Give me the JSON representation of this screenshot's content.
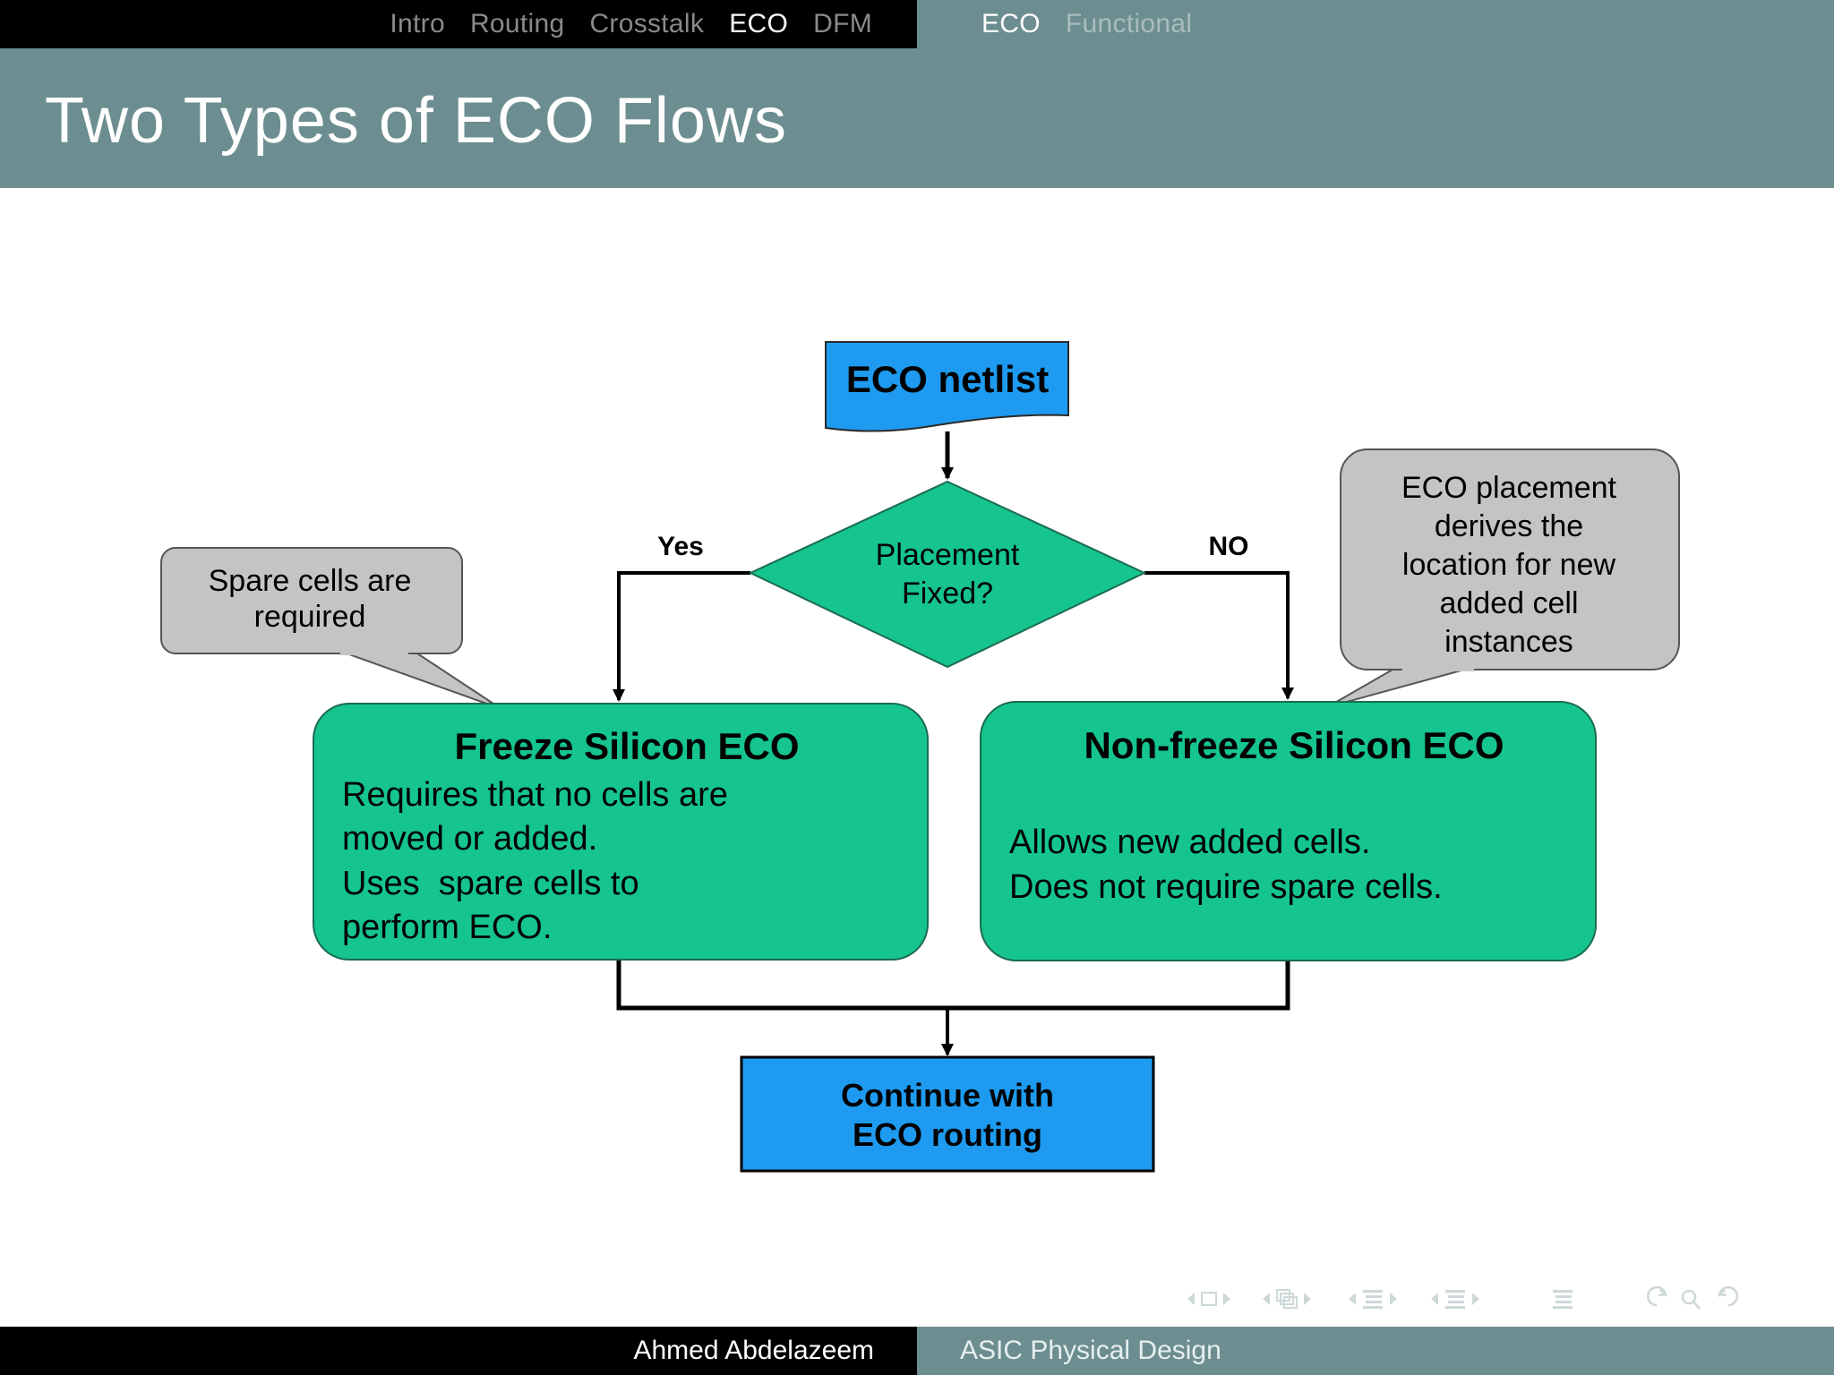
{
  "nav": {
    "left_items": [
      {
        "label": "Intro",
        "active": false
      },
      {
        "label": "Routing",
        "active": false
      },
      {
        "label": "Crosstalk",
        "active": false
      },
      {
        "label": "ECO",
        "active": true
      },
      {
        "label": "DFM",
        "active": false
      }
    ],
    "right_items": [
      {
        "label": "ECO",
        "active": true
      },
      {
        "label": "Functional",
        "active": false
      }
    ]
  },
  "header": {
    "title": "Two Types of ECO Flows"
  },
  "diagram": {
    "start_node": {
      "label": "ECO netlist",
      "shape": "document",
      "fill": "#1e9bf0"
    },
    "decision": {
      "line1": "Placement",
      "line2": "Fixed?",
      "shape": "diamond",
      "fill": "#15c48e"
    },
    "edge_labels": {
      "yes": "Yes",
      "no": "NO"
    },
    "left_branch": {
      "title": "Freeze Silicon ECO",
      "body": [
        "Requires that no cells are",
        "moved or added.",
        "Uses  spare cells to",
        "perform ECO."
      ],
      "fill": "#15c48e"
    },
    "right_branch": {
      "title": "Non-freeze Silicon ECO",
      "body": [
        "Allows new added cells.",
        "Does not require spare cells."
      ],
      "fill": "#15c48e"
    },
    "left_callout": {
      "lines": [
        "Spare cells are",
        "required"
      ],
      "fill": "#c4c4c4"
    },
    "right_callout": {
      "lines": [
        "ECO placement",
        "derives the",
        "location for new",
        "added cell",
        "instances"
      ],
      "fill": "#c4c4c4"
    },
    "end_node": {
      "line1": "Continue with",
      "line2": "ECO routing",
      "fill": "#1e9bf0"
    }
  },
  "navsymbols": [
    "prev-slide-arrow-icon",
    "slide-icon",
    "next-slide-arrow-icon",
    "prev-frame-arrow-icon",
    "frames-icon",
    "next-frame-arrow-icon",
    "prev-subsection-arrow-icon",
    "subsection-icon",
    "next-subsection-arrow-icon",
    "prev-section-arrow-icon",
    "section-icon",
    "next-section-arrow-icon",
    "doc-icon",
    "back-icon",
    "search-icon",
    "forward-icon"
  ],
  "footer": {
    "author": "Ahmed Abdelazeem",
    "course": "ASIC Physical Design"
  },
  "colors": {
    "theme_teal": "#6d8e90",
    "black": "#000000",
    "node_blue": "#1e9bf0",
    "node_green": "#15c48e",
    "callout_gray": "#c4c4c4"
  }
}
